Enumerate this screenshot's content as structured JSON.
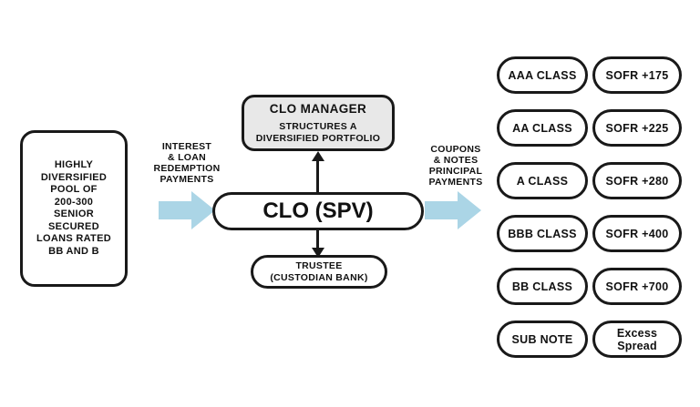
{
  "diagram": {
    "title": "CLO structure flow diagram",
    "colors": {
      "arrow_fill": "#abd5e6",
      "manager_fill": "#e8e8e8",
      "stroke": "#191919",
      "background": "#ffffff"
    }
  },
  "collateral_pool": {
    "label": "HIGHLY DIVERSIFIED POOL OF 200-300 SENIOR SECURED LOANS RATED BB AND B",
    "lines": [
      "HIGHLY",
      "DIVERSIFIED",
      "POOL OF",
      "200-300",
      "SENIOR",
      "SECURED",
      "LOANS RATED",
      "BB AND B"
    ]
  },
  "flows": {
    "inflow_label": "INTEREST & LOAN REDEMPTION PAYMENTS",
    "inflow_lines": [
      "INTEREST",
      "& LOAN",
      "REDEMPTION",
      "PAYMENTS"
    ],
    "outflow_label": "COUPONS & NOTES PRINCIPAL PAYMENTS",
    "outflow_lines": [
      "COUPONS",
      "& NOTES",
      "PRINCIPAL",
      "PAYMENTS"
    ]
  },
  "manager": {
    "title": "CLO MANAGER",
    "subtitle": "STRUCTURES A DIVERSIFIED PORTFOLIO",
    "subtitle_lines": [
      "STRUCTURES A",
      "DIVERSIFIED PORTFOLIO"
    ]
  },
  "spv": {
    "label": "CLO (SPV)"
  },
  "trustee": {
    "label": "TRUSTEE (CUSTODIAN BANK)",
    "lines": [
      "TRUSTEE",
      "(CUSTODIAN BANK)"
    ]
  },
  "tranches": [
    {
      "class": "AAA CLASS",
      "rate": "SOFR +175"
    },
    {
      "class": "AA CLASS",
      "rate": "SOFR +225"
    },
    {
      "class": "A CLASS",
      "rate": "SOFR +280"
    },
    {
      "class": "BBB CLASS",
      "rate": "SOFR +400"
    },
    {
      "class": "BB CLASS",
      "rate": "SOFR +700"
    },
    {
      "class": "SUB NOTE",
      "rate": "Excess Spread",
      "rate_lines": [
        "Excess",
        "Spread"
      ]
    }
  ]
}
